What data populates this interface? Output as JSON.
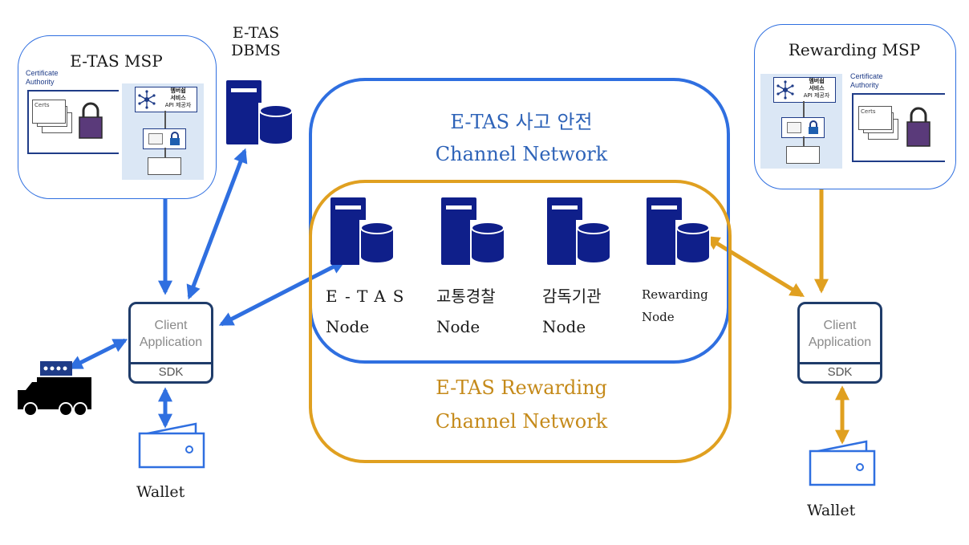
{
  "etas_msp": {
    "title": "E-TAS MSP",
    "ca_label_1": "Certificate",
    "ca_label_2": "Authority",
    "certs": "Certs",
    "membership_1": "멤버쉽",
    "membership_2": "서비스",
    "membership_3": "API 제공자"
  },
  "reward_msp": {
    "title": "Rewarding MSP",
    "ca_label_1": "Certificate",
    "ca_label_2": "Authority",
    "certs": "Certs",
    "membership_1": "멤버쉽",
    "membership_2": "서비스",
    "membership_3": "API 제공자"
  },
  "dbms": {
    "line1": "E-TAS",
    "line2": "DBMS"
  },
  "safety_channel": {
    "line1": "E-TAS 사고 안전",
    "line2": "Channel Network",
    "color": "#2f6fe0"
  },
  "reward_channel": {
    "line1": "E-TAS Rewarding",
    "line2": "Channel Network",
    "color": "#e0a020"
  },
  "nodes": [
    {
      "line1": "E-TAS",
      "line2": "Node"
    },
    {
      "line1": "교통경찰",
      "line2": "Node"
    },
    {
      "line1": "감독기관",
      "line2": "Node"
    },
    {
      "line1": "Rewarding",
      "line2": "Node"
    }
  ],
  "client_left": {
    "line1": "Client",
    "line2": "Application",
    "sdk": "SDK"
  },
  "client_right": {
    "line1": "Client",
    "line2": "Application",
    "sdk": "SDK"
  },
  "wallet_left": "Wallet",
  "wallet_right": "Wallet",
  "colors": {
    "server": "#0f1f8a",
    "blue_arrow": "#2f6fe0",
    "gold_arrow": "#e0a020",
    "truck": "#000000"
  }
}
